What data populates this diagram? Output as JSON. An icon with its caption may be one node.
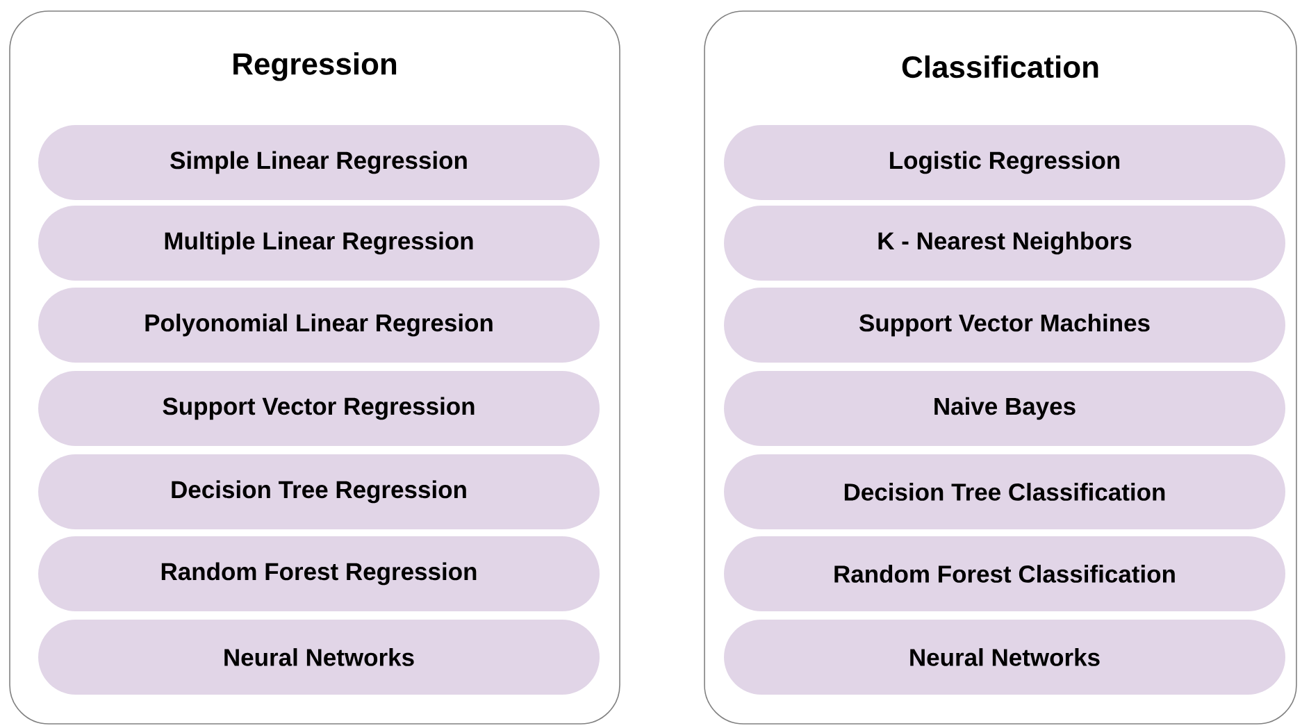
{
  "diagram": {
    "nodes": [
      {
        "text": [
          "Regression"
        ]
      },
      {
        "text": [
          "Simple Linear Regression"
        ],
        "in": 0
      },
      {
        "text": [
          "Multiple Linear Regression"
        ],
        "in": 0
      },
      {
        "text": [
          "Polyonomial Linear Regresion"
        ],
        "in": 0
      },
      {
        "text": [
          "Support Vector Regression"
        ],
        "in": 0
      },
      {
        "text": [
          "Decision Tree Regression"
        ],
        "in": 0
      },
      {
        "text": [
          "Random Forest Regression"
        ],
        "in": 0
      },
      {
        "text": [
          "Neural Networks"
        ],
        "in": 0
      },
      {
        "text": [
          "Classification"
        ]
      },
      {
        "text": [
          "Logistic Regression"
        ],
        "in": 8
      },
      {
        "text": [
          "K - Nearest Neighbors"
        ],
        "in": 8
      },
      {
        "text": [
          "Support Vector Machines"
        ],
        "in": 8
      },
      {
        "text": [
          "Naive Bayes"
        ],
        "in": 8
      },
      {
        "text": [
          "Decision Tree Classification"
        ],
        "in": 8
      },
      {
        "text": [
          "Random Forest Classification"
        ],
        "in": 8
      },
      {
        "text": [
          "Neural Networks"
        ],
        "in": 8
      }
    ]
  }
}
